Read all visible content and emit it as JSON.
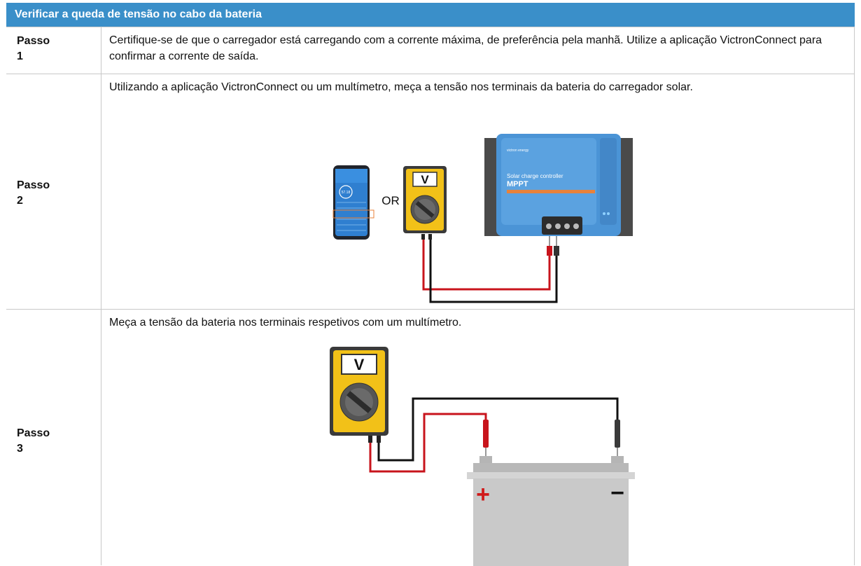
{
  "header": {
    "title": "Verificar a queda de tensão no cabo da bateria"
  },
  "rows": [
    {
      "step": "Passo 1",
      "text": "Certifique-se de que o carregador está carregando com a corrente máxima, de preferência pela manhã. Utilize a aplicação VictronConnect para confirmar a corrente de saída."
    },
    {
      "step": "Passo 2",
      "text": "Utilizando a aplicação VictronConnect ou um multímetro, meça a tensão nos terminais da bateria do carregador solar."
    },
    {
      "step": "Passo 3",
      "text": "Meça a tensão da bateria nos terminais respetivos com um multímetro."
    }
  ],
  "illustration2": {
    "or_label": "OR",
    "meter_display": "V",
    "controller_title": "Solar charge controller",
    "controller_model": "MPPT",
    "controller_brand": "victron energy",
    "phone_reading": "57.18"
  },
  "illustration3": {
    "meter_display": "V",
    "plus_sign": "+",
    "minus_sign": "−"
  },
  "colors": {
    "header_bg": "#3a8fc9",
    "meter_yellow": "#f2c118",
    "controller_blue": "#4b94d6",
    "wire_red": "#c8141c",
    "battery_grey": "#c9c9c9"
  }
}
